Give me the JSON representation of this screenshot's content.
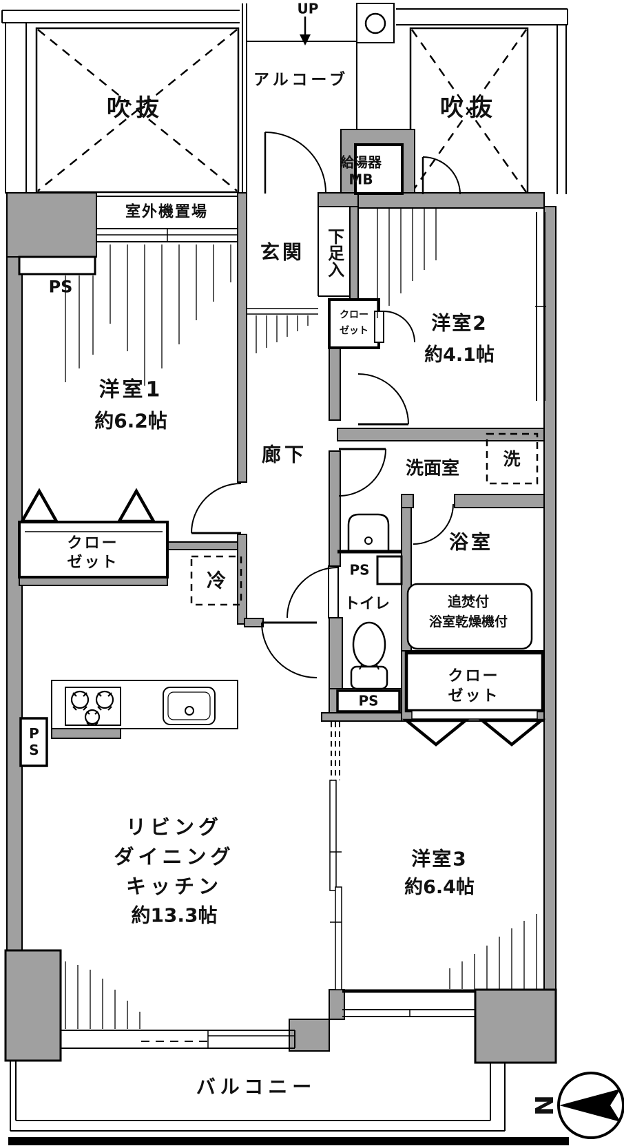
{
  "colors": {
    "wall": "#a0a0a0",
    "line": "#000000",
    "background": "#ffffff"
  },
  "labels": {
    "up": "UP",
    "alcove": "アルコーブ",
    "void": "吹抜",
    "water_heater_1": "給湯器",
    "water_heater_2": "MB",
    "outdoor_unit": "室外機置場",
    "ps": "PS",
    "entrance": "玄関",
    "shoe_cabinet": "下足入",
    "closet_1": "クロー",
    "closet_2": "ゼット",
    "corridor": "廊下",
    "washroom": "洗面室",
    "laundry": "洗",
    "bathroom": "浴室",
    "bath_note_1": "追焚付",
    "bath_note_2": "浴室乾燥機付",
    "toilet": "トイレ",
    "fridge": "冷",
    "balcony": "バルコニー",
    "compass_north": "N",
    "bedroom1": {
      "name": "洋室1",
      "size": "約6.2帖"
    },
    "bedroom2": {
      "name": "洋室2",
      "size": "約4.1帖"
    },
    "bedroom3": {
      "name": "洋室3",
      "size": "約6.4帖"
    },
    "ldk": {
      "line1": "リビング",
      "line2": "ダイニング",
      "line3": "キッチン",
      "size": "約13.3帖"
    }
  }
}
